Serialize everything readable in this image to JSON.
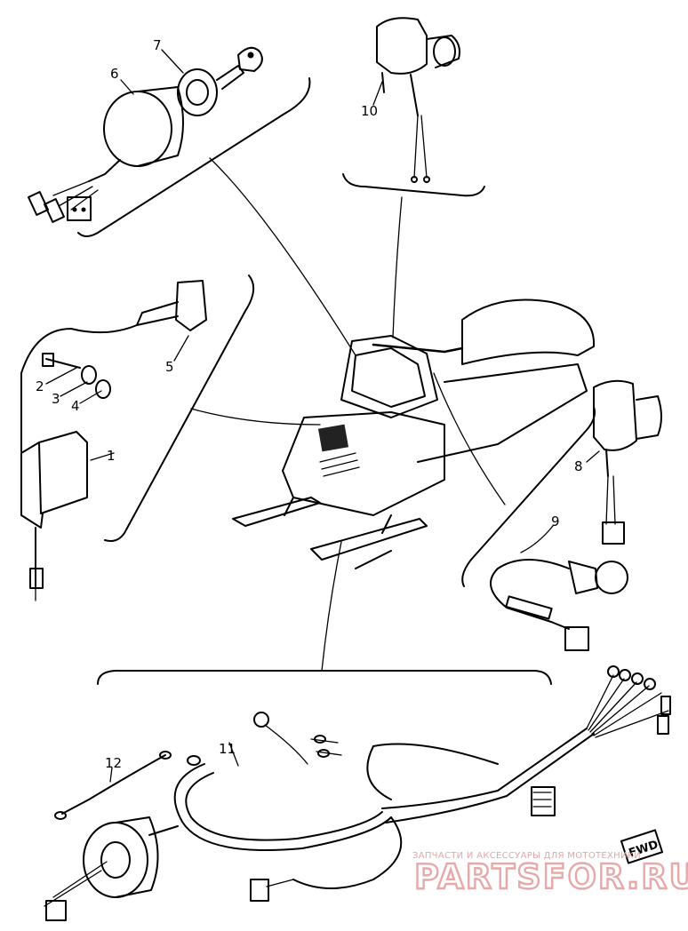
{
  "diagram": {
    "callouts": [
      {
        "id": "1",
        "text": "1"
      },
      {
        "id": "2",
        "text": "2"
      },
      {
        "id": "3",
        "text": "3"
      },
      {
        "id": "4",
        "text": "4"
      },
      {
        "id": "5",
        "text": "5"
      },
      {
        "id": "6",
        "text": "6"
      },
      {
        "id": "7",
        "text": "7"
      },
      {
        "id": "8",
        "text": "8"
      },
      {
        "id": "9",
        "text": "9"
      },
      {
        "id": "10",
        "text": "10"
      },
      {
        "id": "11",
        "text": "11"
      },
      {
        "id": "12",
        "text": "12"
      }
    ],
    "fwd_marker": "FWD"
  },
  "watermark": {
    "tagline": "ЗАПЧАСТИ И АКСЕССУАРЫ ДЛЯ МОТОТЕХНИКИ",
    "brand": "PARTSFOR.RU",
    "color": "#e6a8a8"
  }
}
